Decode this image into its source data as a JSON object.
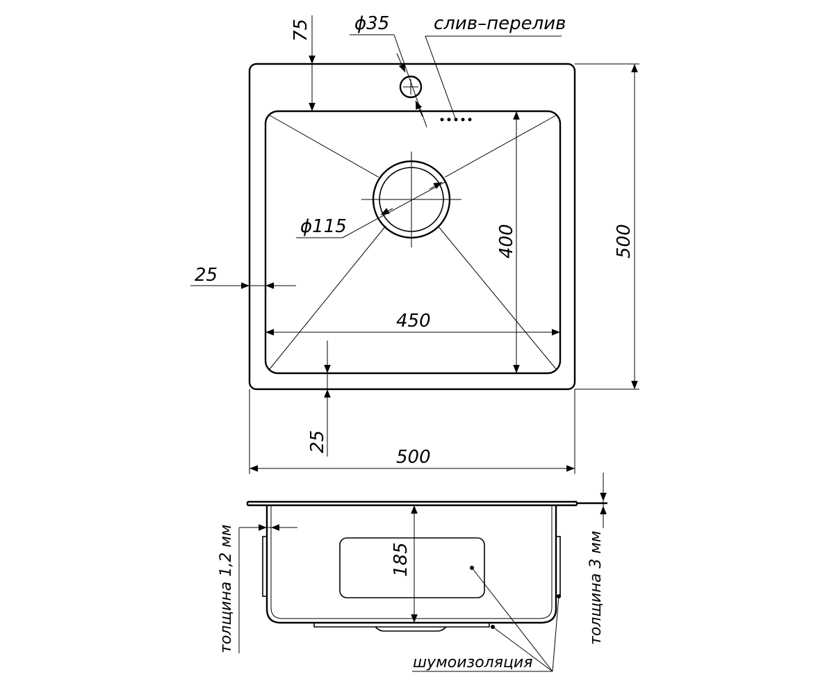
{
  "labels": {
    "overflow_label": "слив–перелив",
    "overflow_diameter": "ϕ35",
    "drain_diameter": "ϕ115",
    "dim_top_margin": "75",
    "dim_left_margin": "25",
    "dim_bottom_margin": "25",
    "dim_bowl_width": "450",
    "dim_bowl_depth": "400",
    "dim_outer_depth": "500",
    "dim_outer_width": "500",
    "dim_bowl_height": "185",
    "thickness_left": "толщина 1,2 мм",
    "thickness_right": "толщина 3 мм",
    "insulation": "шумоизоляция"
  }
}
